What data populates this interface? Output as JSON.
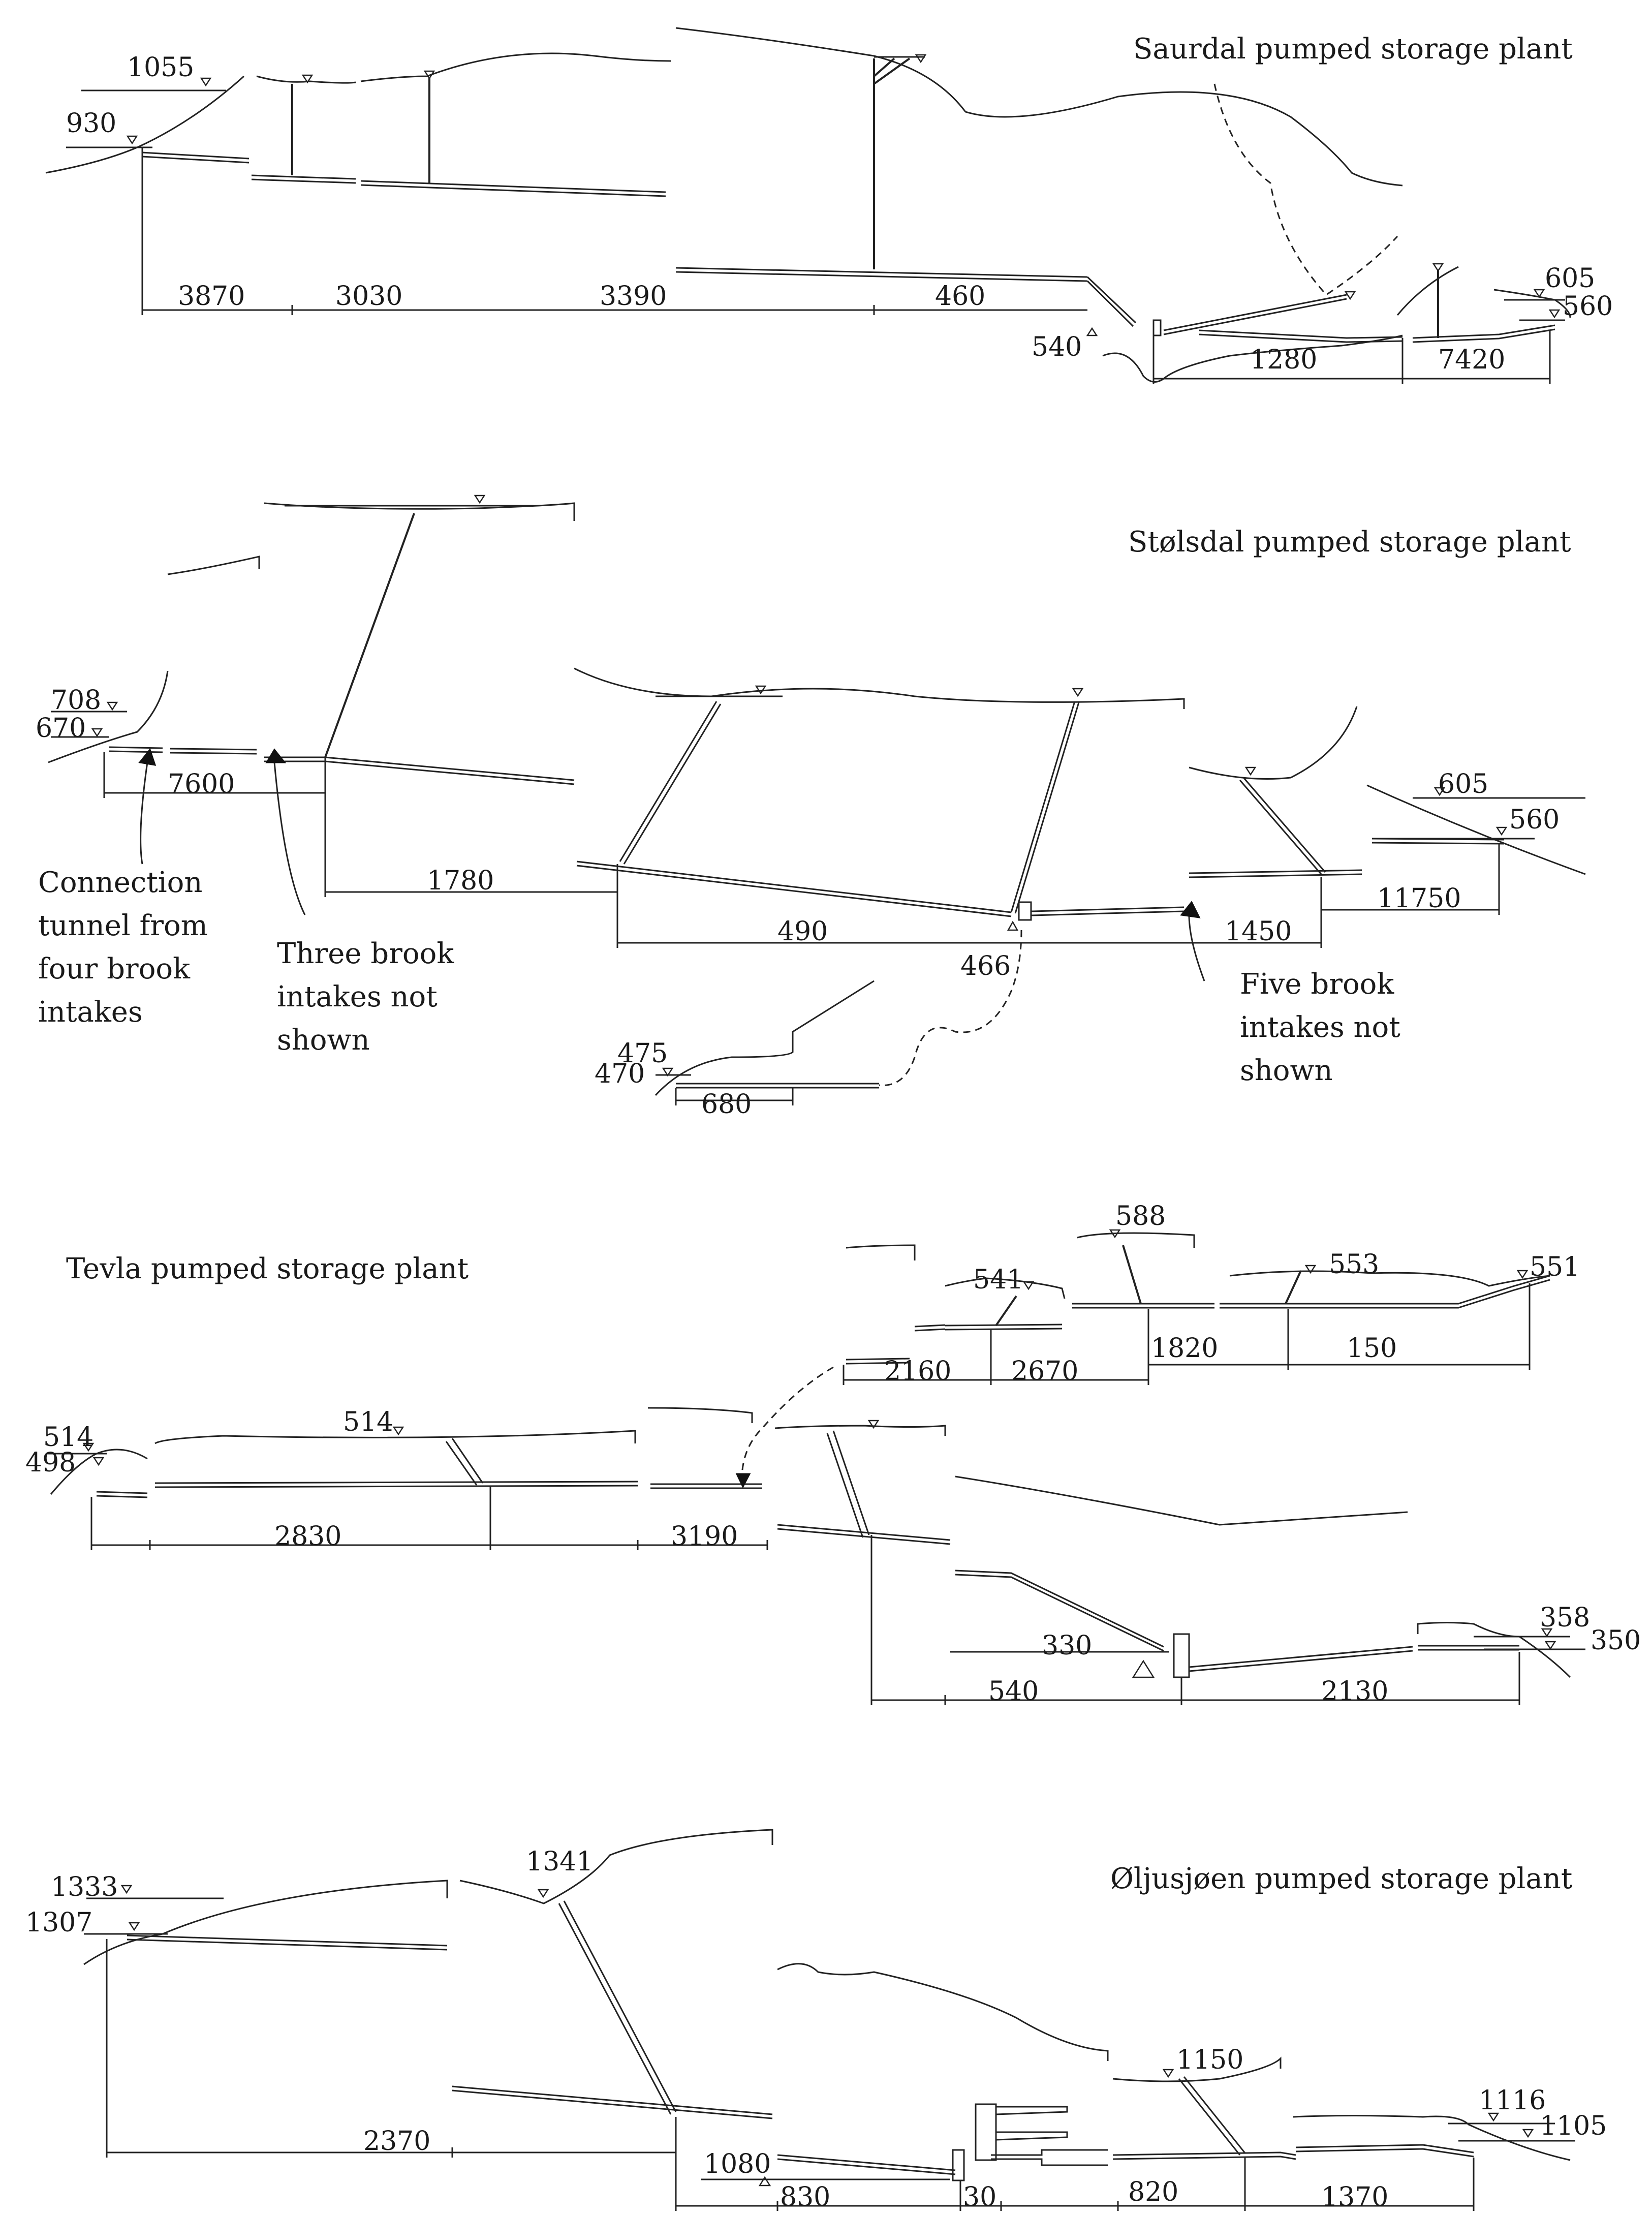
{
  "saurdal": {
    "title": "Saurdal pumped storage plant",
    "elevations": [
      "1055",
      "930",
      "540",
      "605",
      "560"
    ],
    "distances": [
      "3870",
      "3030",
      "3390",
      "460",
      "1280",
      "7420"
    ]
  },
  "stolsdal": {
    "title": "Stølsdal pumped storage plant",
    "elevations": [
      "708",
      "670",
      "605",
      "560",
      "466",
      "475",
      "470"
    ],
    "distances": [
      "7600",
      "1780",
      "490",
      "1450",
      "11750",
      "680"
    ],
    "notes": [
      {
        "lines": [
          "Connection",
          "tunnel from",
          "four brook",
          "intakes"
        ]
      },
      {
        "lines": [
          "Three brook",
          "intakes not",
          "shown"
        ]
      },
      {
        "lines": [
          "Five brook",
          "intakes not",
          "shown"
        ]
      }
    ]
  },
  "tevla": {
    "title": "Tevla pumped storage plant",
    "elevations": [
      "514",
      "498",
      "514",
      "541",
      "588",
      "553",
      "551",
      "358",
      "350",
      "330"
    ],
    "distances": [
      "2830",
      "3190",
      "2160",
      "2670",
      "1820",
      "150",
      "540",
      "2130"
    ]
  },
  "oljusjoen": {
    "title": "Øljusjøen pumped storage plant",
    "elevations": [
      "1333",
      "1307",
      "1341",
      "1150",
      "1116",
      "1105",
      "1080"
    ],
    "distances": [
      "2370",
      "830",
      "30",
      "820",
      "1370"
    ]
  }
}
